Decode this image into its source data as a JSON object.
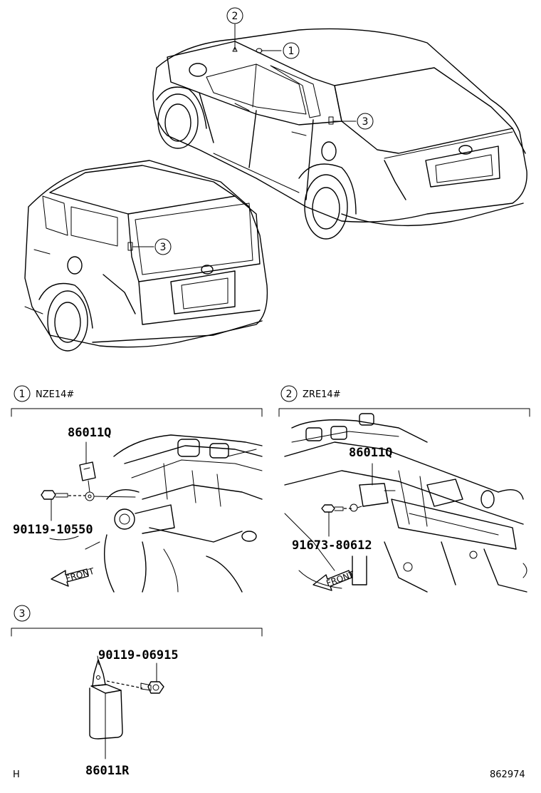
{
  "callouts": {
    "c1": "1",
    "c2": "2",
    "c3": "3"
  },
  "sections": {
    "s1": {
      "num": "1",
      "model": "NZE14#"
    },
    "s2": {
      "num": "2",
      "model": "ZRE14#"
    },
    "s3": {
      "num": "3"
    }
  },
  "parts": {
    "p_86011Q_a": "86011Q",
    "p_90119_10550": "90119-10550",
    "p_86011Q_b": "86011Q",
    "p_91673_80612": "91673-80612",
    "p_90119_06915": "90119-06915",
    "p_86011R": "86011R"
  },
  "front_label": "FRONT",
  "footer": {
    "left_code": "H",
    "diagram_id": "862974"
  }
}
